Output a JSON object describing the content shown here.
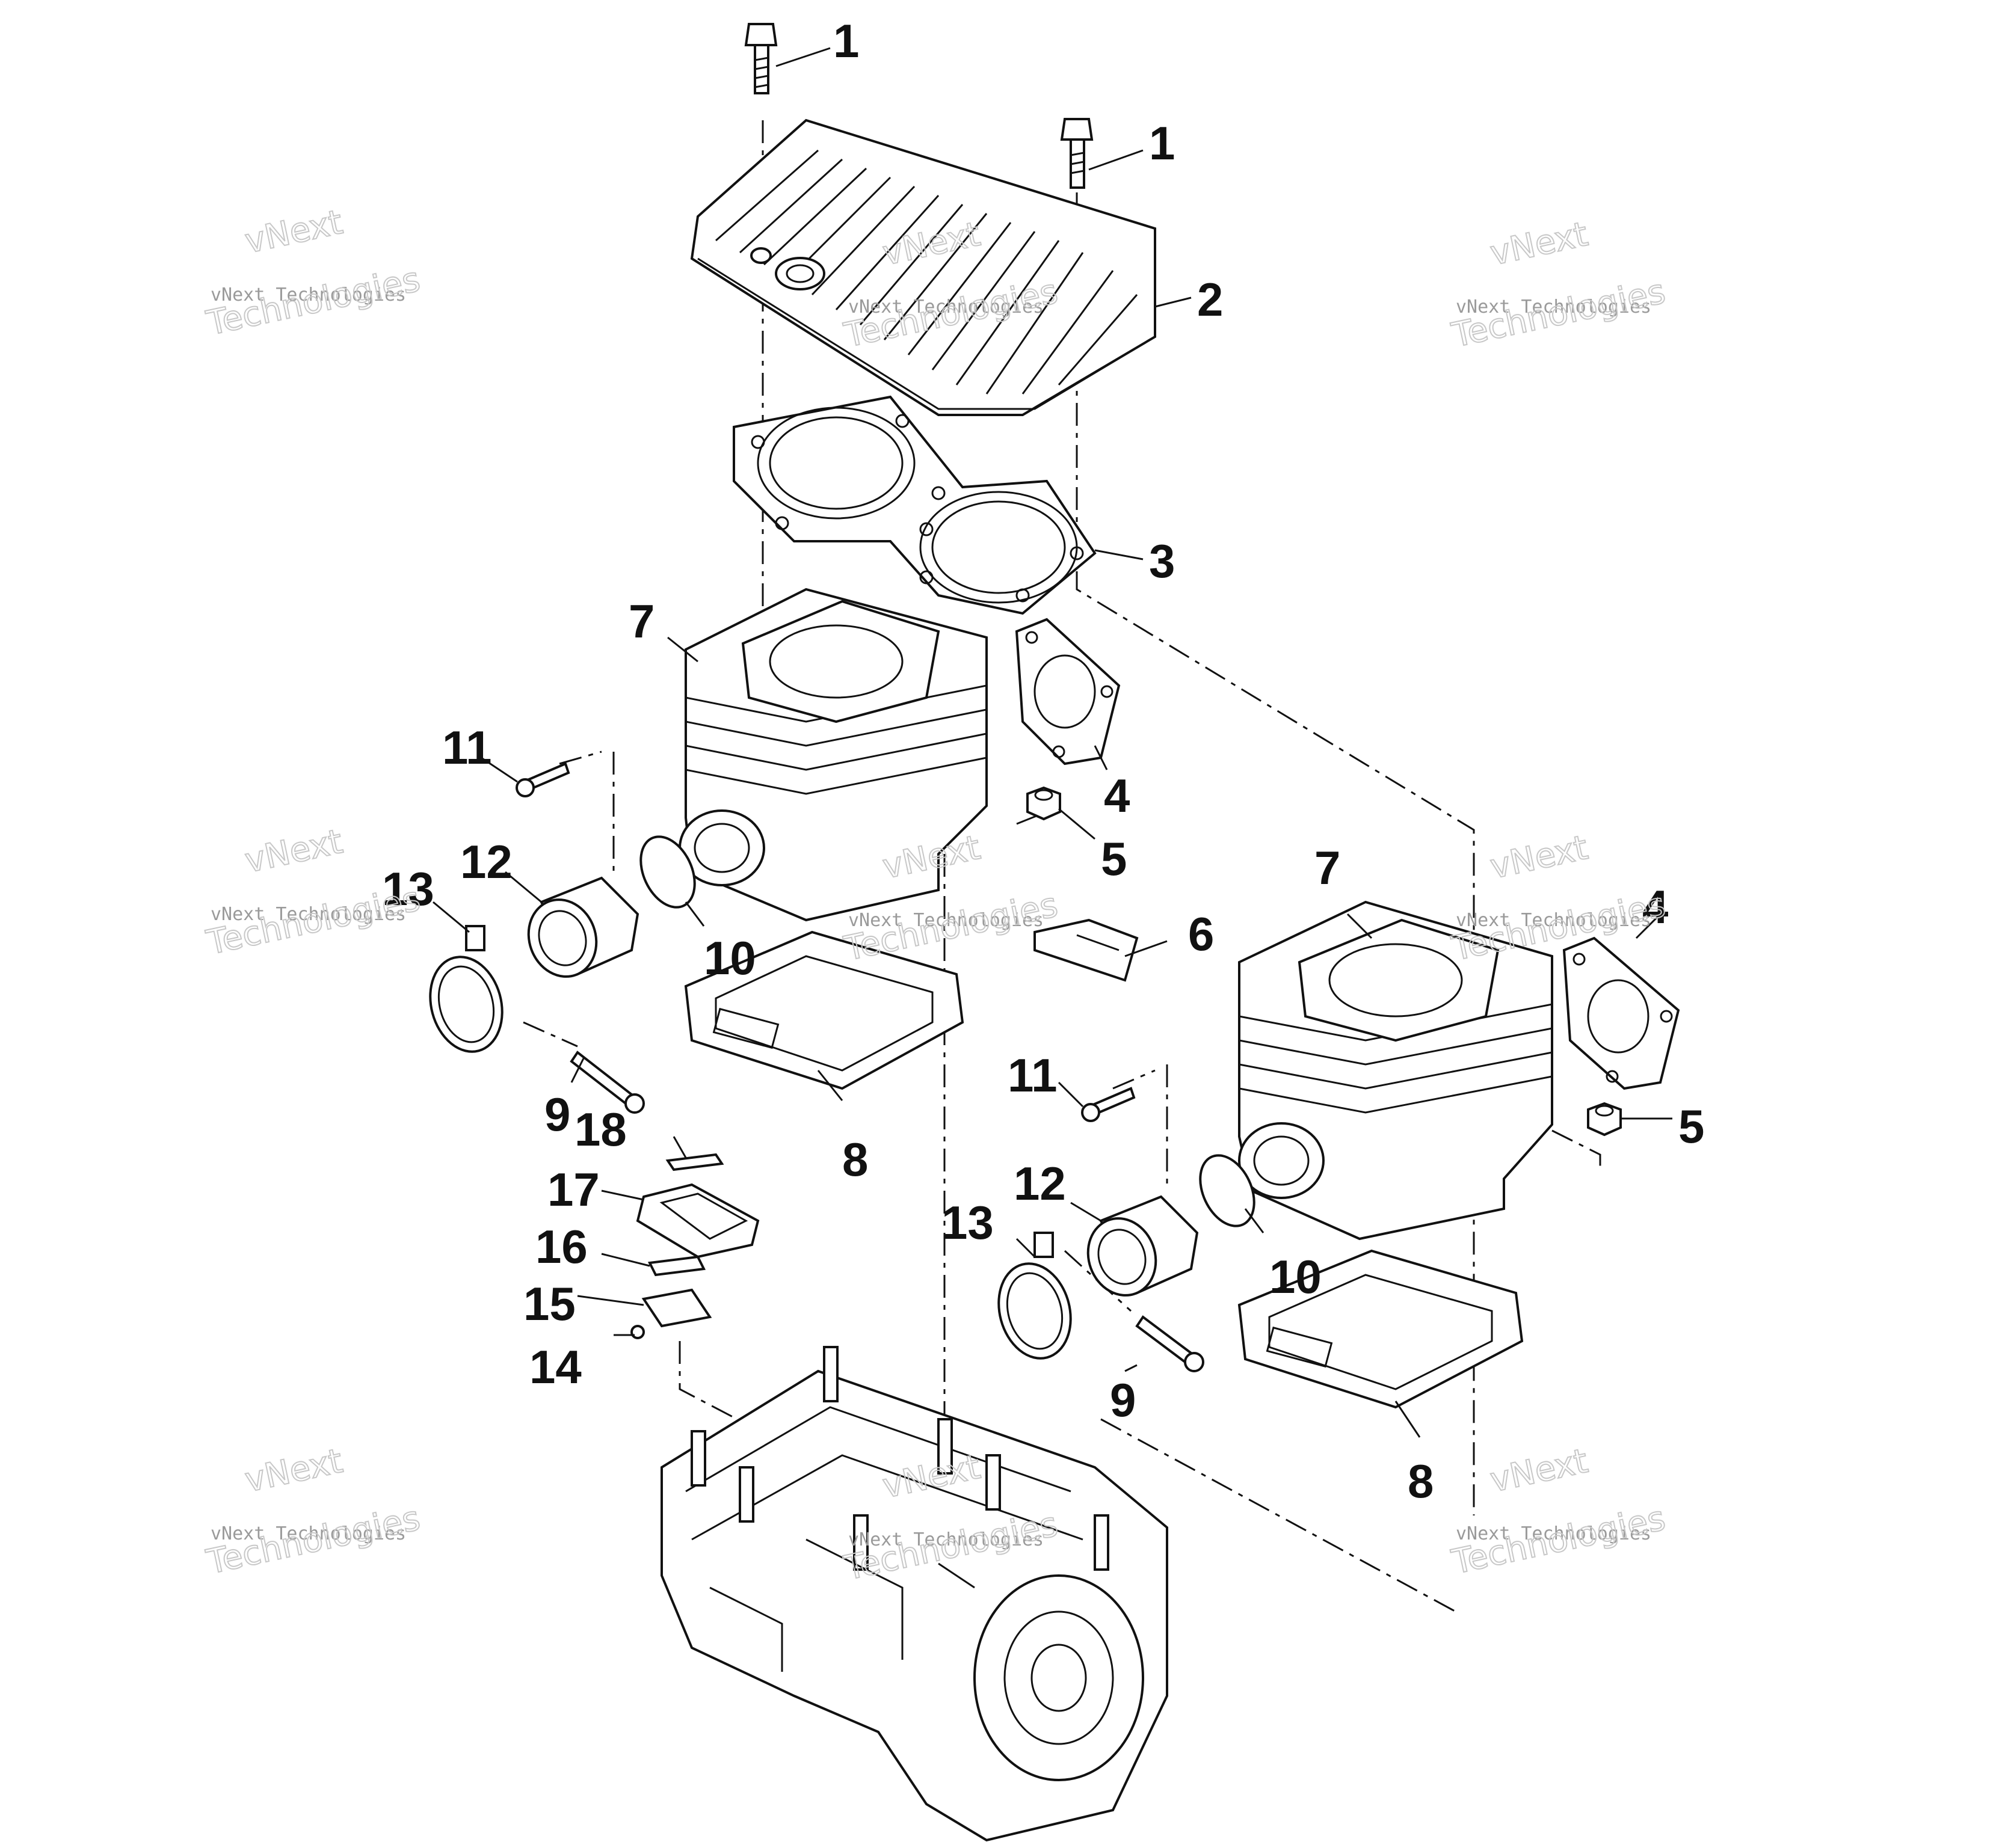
{
  "callouts": {
    "c1a": "1",
    "c1b": "1",
    "c2": "2",
    "c3": "3",
    "c4a": "4",
    "c4b": "4",
    "c5a": "5",
    "c5b": "5",
    "c6": "6",
    "c7a": "7",
    "c7b": "7",
    "c8a": "8",
    "c8b": "8",
    "c9a": "9",
    "c9b": "9",
    "c10a": "10",
    "c10b": "10",
    "c11a": "11",
    "c11b": "11",
    "c12a": "12",
    "c12b": "12",
    "c13a": "13",
    "c13b": "13",
    "c14": "14",
    "c15": "15",
    "c16": "16",
    "c17": "17",
    "c18": "18"
  },
  "watermark": {
    "line1": "vNext",
    "line2": "vNext Technologies",
    "line3": "Technologies"
  }
}
